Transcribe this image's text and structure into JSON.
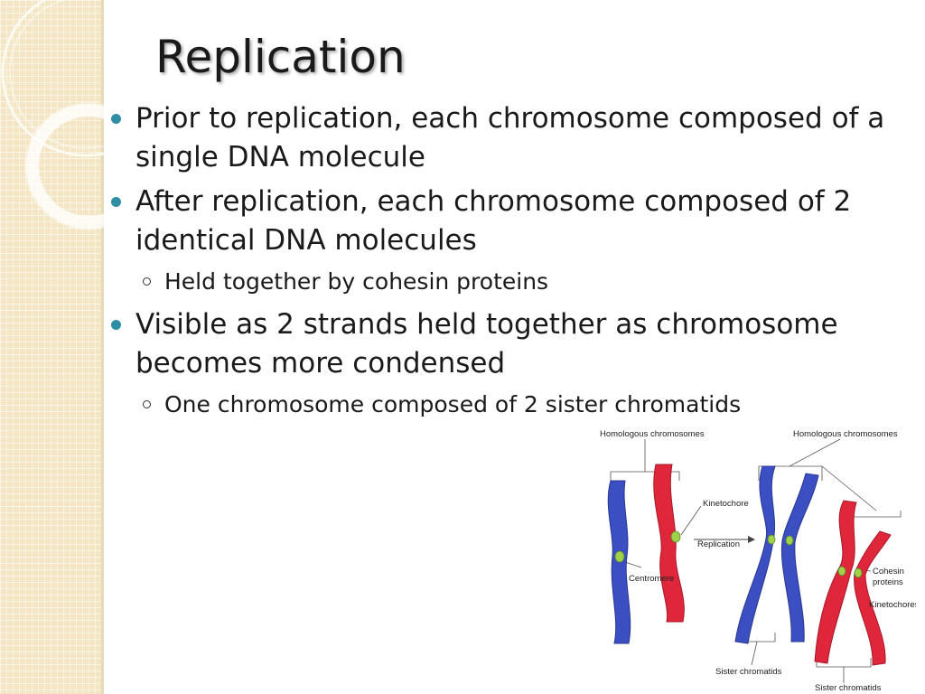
{
  "slide": {
    "title": "Replication",
    "bullets": [
      {
        "text": "Prior to replication, each chromosome composed of a single DNA molecule"
      },
      {
        "text": "After replication, each chromosome composed of 2 identical DNA molecules",
        "sub": "Held together by cohesin proteins"
      },
      {
        "text": "Visible as 2 strands held together as chromosome becomes more condensed",
        "sub": "One chromosome composed of 2 sister chromatids"
      }
    ]
  },
  "figure": {
    "labels": {
      "homologous_left": "Homologous chromosomes",
      "homologous_right": "Homologous chromosomes",
      "kinetochore": "Kinetochore",
      "replication": "Replication",
      "centromere": "Centromere",
      "cohesin_1": "Cohesin",
      "cohesin_2": "proteins",
      "kinetochores": "Kinetochores",
      "sister_left": "Sister chromatids",
      "sister_right": "Sister chromatids"
    },
    "colors": {
      "blue": "#3b4fc2",
      "red": "#e0263a",
      "green": "#9fd14a"
    }
  }
}
